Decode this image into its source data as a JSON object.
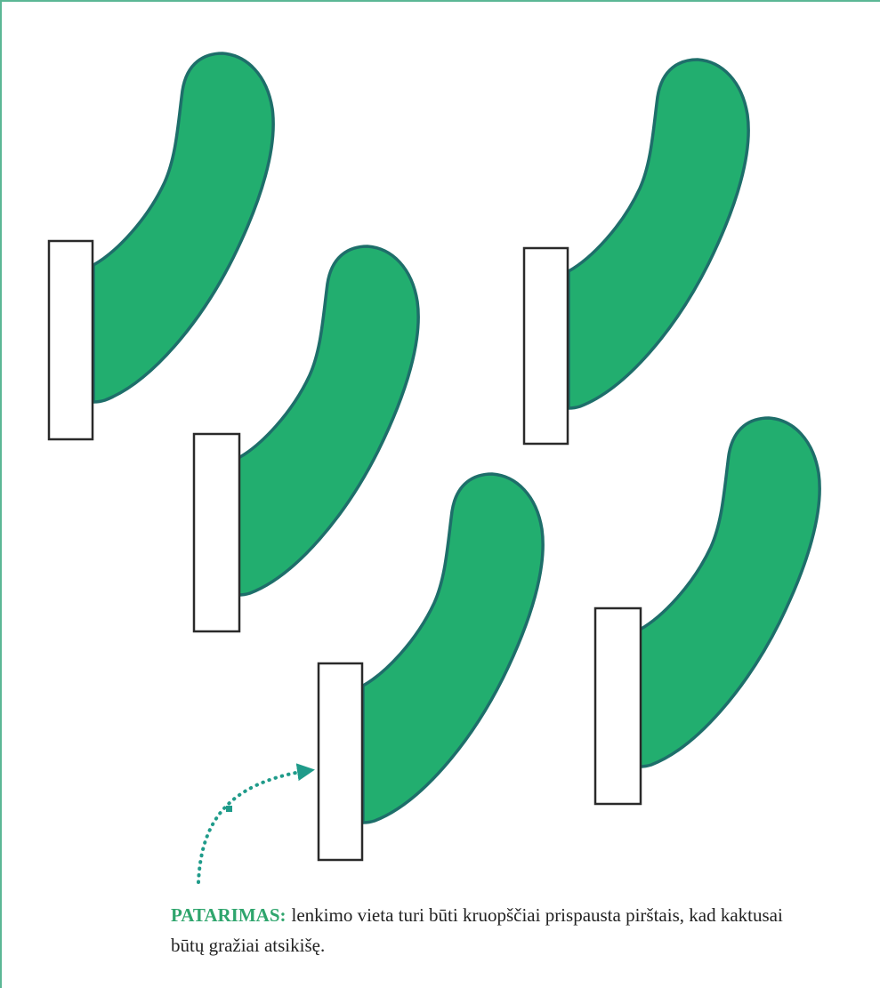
{
  "colors": {
    "frame": "#5bb795",
    "cactus_fill": "#22ae6f",
    "cactus_outline": "#1e6e6a",
    "base_fill": "#ffffff",
    "base_outline": "#2a2a2a",
    "arrow": "#1f9b8a",
    "tip_label": "#2fa56d"
  },
  "shapes": {
    "count": 5,
    "items": [
      {
        "cactus": "cactus-1"
      },
      {
        "cactus": "cactus-2"
      },
      {
        "cactus": "cactus-3"
      },
      {
        "cactus": "cactus-4"
      },
      {
        "cactus": "cactus-5"
      }
    ]
  },
  "pointer": {
    "icon": "dotted-curved-arrow-icon"
  },
  "tip": {
    "label": "PATARIMAS:",
    "text": "lenkimo vieta turi būti kruopščiai prispausta pirštais, kad kaktusai būtų gražiai atsikišę."
  }
}
